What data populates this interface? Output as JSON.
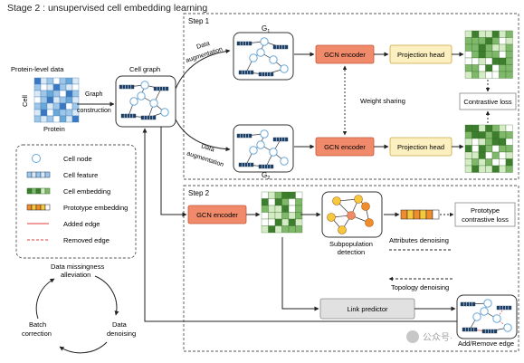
{
  "header": {
    "title": "Stage 2 : unsupervised cell embedding learning"
  },
  "left": {
    "protein_data_label": "Protein-level data",
    "cell_axis_label": "Cell",
    "protein_axis_label": "Protein",
    "graph_construction_line1": "Graph",
    "graph_construction_line2": "construction",
    "cell_graph_label": "Cell graph"
  },
  "legend": {
    "items": [
      {
        "icon": "circle-node-icon",
        "label": "Cell node"
      },
      {
        "icon": "cell-feature-bar-icon",
        "label": "Cell feature"
      },
      {
        "icon": "cell-embedding-bar-icon",
        "label": "Cell embedding"
      },
      {
        "icon": "prototype-embedding-bar-icon",
        "label": "Prototype embedding"
      },
      {
        "icon": "solid-red-line-icon",
        "label": "Added edge"
      },
      {
        "icon": "dashed-red-line-icon",
        "label": "Removed edge"
      }
    ]
  },
  "cycle": {
    "top_line1": "Data missingness",
    "top_line2": "alleviation",
    "left_line1": "Batch",
    "left_line2": "correction",
    "right_line1": "Data",
    "right_line2": "denoising"
  },
  "step1": {
    "label": "Step 1",
    "aug_top_line1": "Data",
    "aug_top_line2": "augmentation",
    "aug_bottom_line1": "Data",
    "aug_bottom_line2": "augmentation",
    "g1": "G",
    "g1_sub": "1",
    "g2": "G",
    "g2_sub": "2",
    "gcn_encoder_top": "GCN encoder",
    "gcn_encoder_bottom": "GCN encoder",
    "projection_head_top": "Projection head",
    "projection_head_bottom": "Projection head",
    "weight_sharing": "Weight sharing",
    "contrastive_loss": "Contrastive loss"
  },
  "step2": {
    "label": "Step 2",
    "gcn_encoder": "GCN encoder",
    "subpop_line1": "Subpopulation",
    "subpop_line2": "detection",
    "proto_loss_line1": "Prototype",
    "proto_loss_line2": "contrastive loss",
    "attributes_denoising": "Attributes denoising",
    "topology_denoising": "Topology denoising",
    "link_predictor": "Link predictor",
    "add_remove_edge": "Add/Remove edge"
  },
  "watermark": {
    "text": "公众号·"
  },
  "colors": {
    "gcn_fill": "#f08a6a",
    "gcn_stroke": "#c4553a",
    "proj_fill": "#fdf0c0",
    "proj_stroke": "#c9a640",
    "feature_blue": "#9ec6e8",
    "embed_dark": "#3d7d2e",
    "embed_mid": "#7fb86a",
    "embed_light": "#d4ebc5",
    "proto_orange": "#f08c2b",
    "proto_yellow": "#f5c83d",
    "added_edge": "#e23a3a",
    "node_blue": "#6aa8d8",
    "link_pred_fill": "#e1e1e1"
  }
}
